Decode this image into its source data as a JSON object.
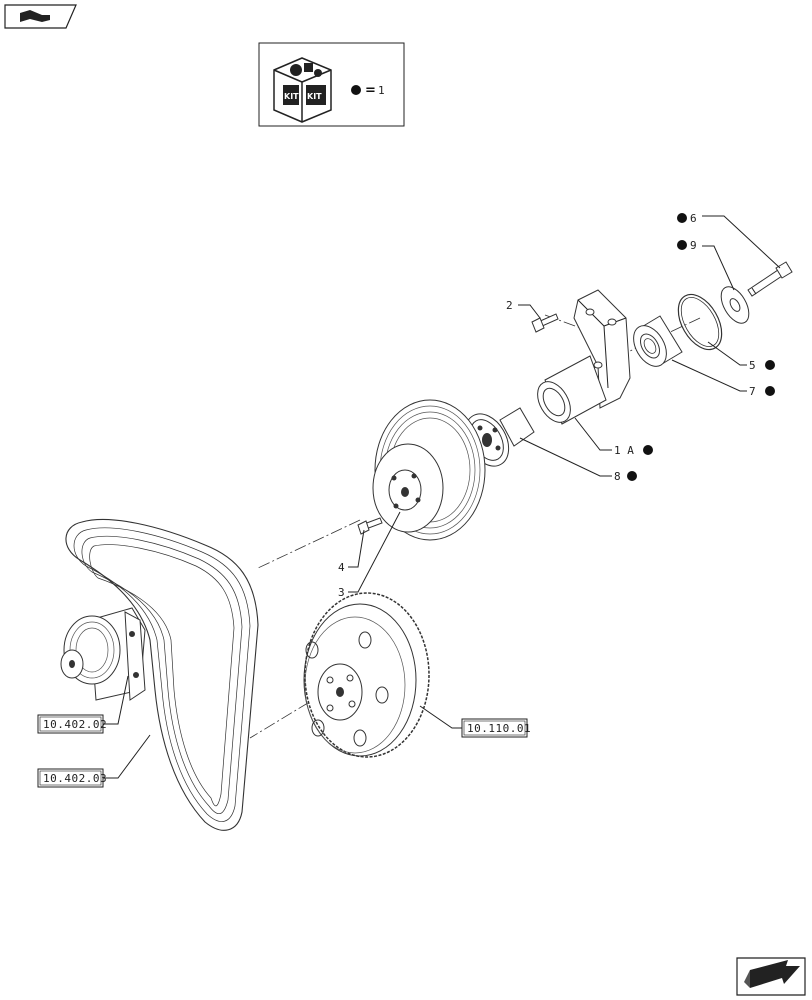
{
  "kit_legend": {
    "badge_left": "KIT",
    "badge_right": "KIT",
    "equals": "=",
    "qty": "1"
  },
  "callouts": {
    "c6": "6",
    "c9": "9",
    "c2": "2",
    "c5": "5",
    "c7": "7",
    "c1a": "1 A",
    "c8": "8",
    "c4": "4",
    "c3": "3"
  },
  "refs": {
    "water_pump": "10.402.02",
    "belt": "10.402.03",
    "damper": "10.110.01"
  }
}
